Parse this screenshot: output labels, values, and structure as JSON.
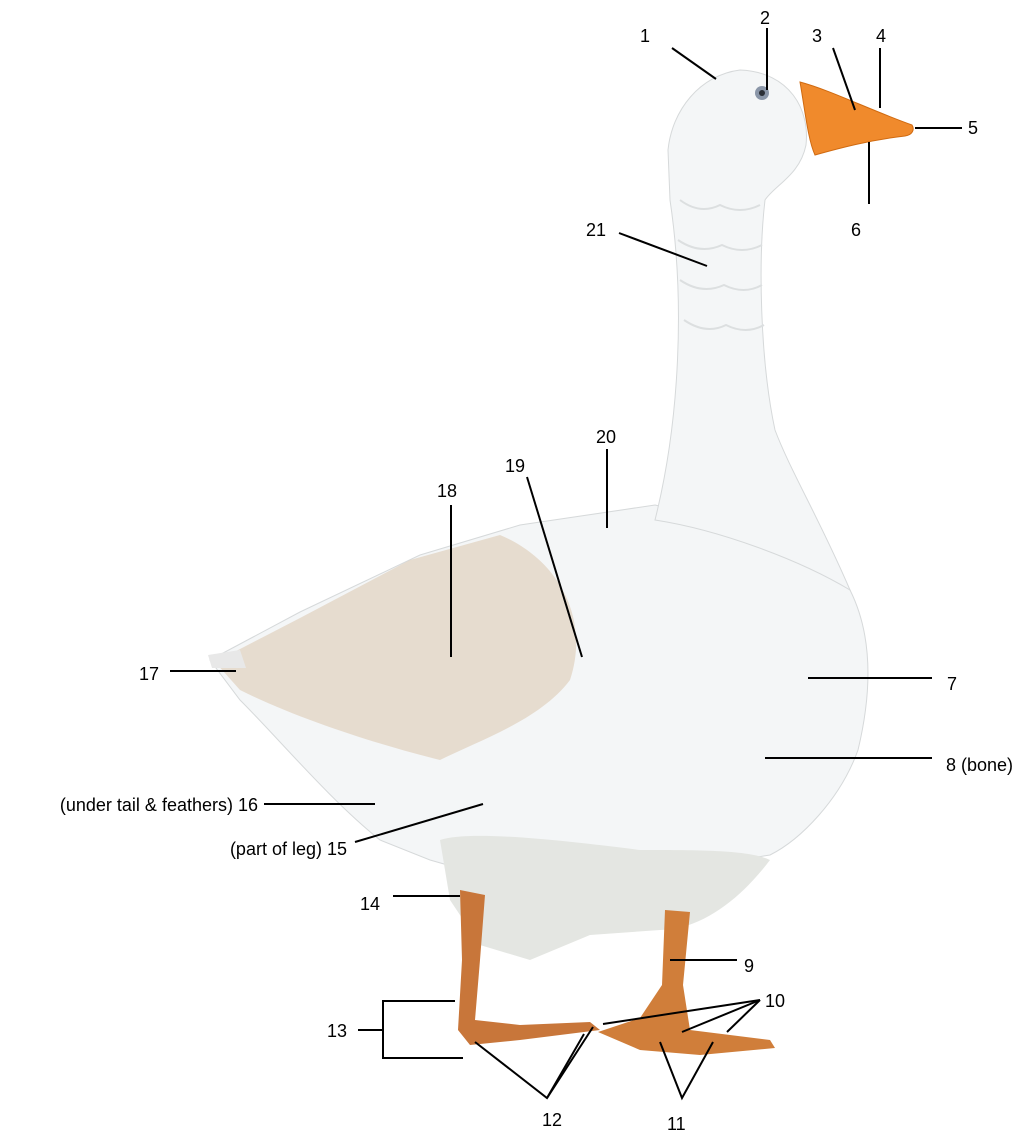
{
  "diagram": {
    "subject": "goose",
    "colors": {
      "body": "#f4f6f7",
      "shade": "#e3e6e6",
      "wing_tint": "#d9c7b3",
      "beak": "#f08a2c",
      "legs": "#c8763a",
      "eye": "#8a96a8",
      "line": "#000000"
    },
    "labels": {
      "l1": "1",
      "l2": "2",
      "l3": "3",
      "l4": "4",
      "l5": "5",
      "l6": "6",
      "l7": "7",
      "l8": "8 (bone)",
      "l9": "9",
      "l10": "10",
      "l11": "11",
      "l12": "12",
      "l13": "13",
      "l14": "14",
      "l15": "(part of leg) 15",
      "l16": "(under tail & feathers) 16",
      "l17": "17",
      "l18": "18",
      "l19": "19",
      "l20": "20",
      "l21": "21"
    }
  }
}
